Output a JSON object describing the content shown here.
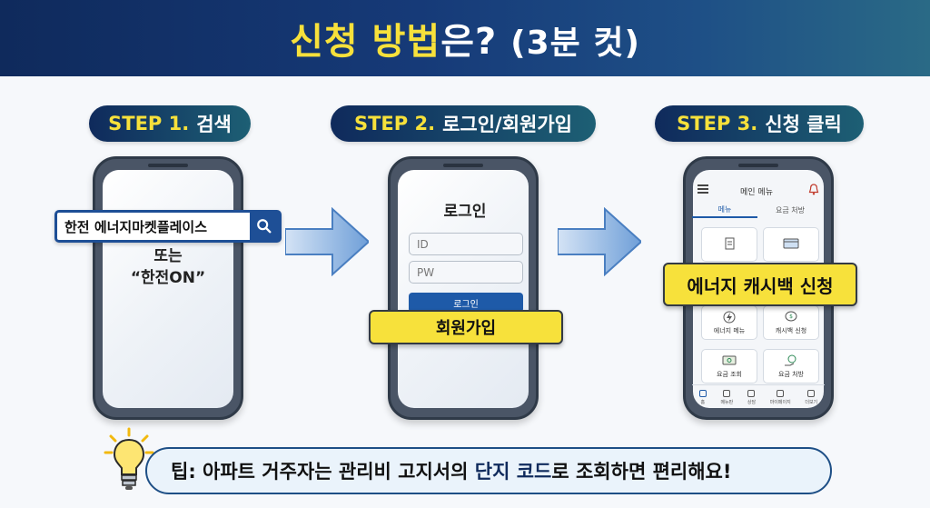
{
  "header": {
    "title_highlight": "신청 방법",
    "title_rest": "은?",
    "title_sub": "(3분 컷)"
  },
  "steps": [
    {
      "num": "STEP 1.",
      "label": "검색"
    },
    {
      "num": "STEP 2.",
      "label": "로그인/회원가입"
    },
    {
      "num": "STEP 3.",
      "label": "신청 클릭"
    }
  ],
  "step1": {
    "search_text": "한전 에너지마켓플레이스",
    "or_line1": "또는",
    "or_line2": "“한전ON”"
  },
  "step2": {
    "login_title": "로그인",
    "id_placeholder": "ID",
    "pw_placeholder": "PW",
    "login_button": "로그인",
    "signup_label": "회원가입"
  },
  "step3": {
    "app_header": "메인 메뉴",
    "tab_left": "메뉴",
    "tab_right": "요금 처방",
    "callout": "에너지 캐시백 신청",
    "tiles": [
      "에너지 메뉴",
      "캐시백 신청",
      "요금 조회",
      "요금 처방"
    ],
    "nav": [
      "홈",
      "메뉴판",
      "상담",
      "마이페이지",
      "더보기"
    ]
  },
  "tip": {
    "prefix": "팁: 아파트 거주자는 관리비 고지서의",
    "emphasis": "단지 코드",
    "suffix": "로 조회하면 편리해요!"
  },
  "colors": {
    "navy": "#0f2a5c",
    "yellow": "#f7e13b",
    "blue": "#1e4f96"
  }
}
